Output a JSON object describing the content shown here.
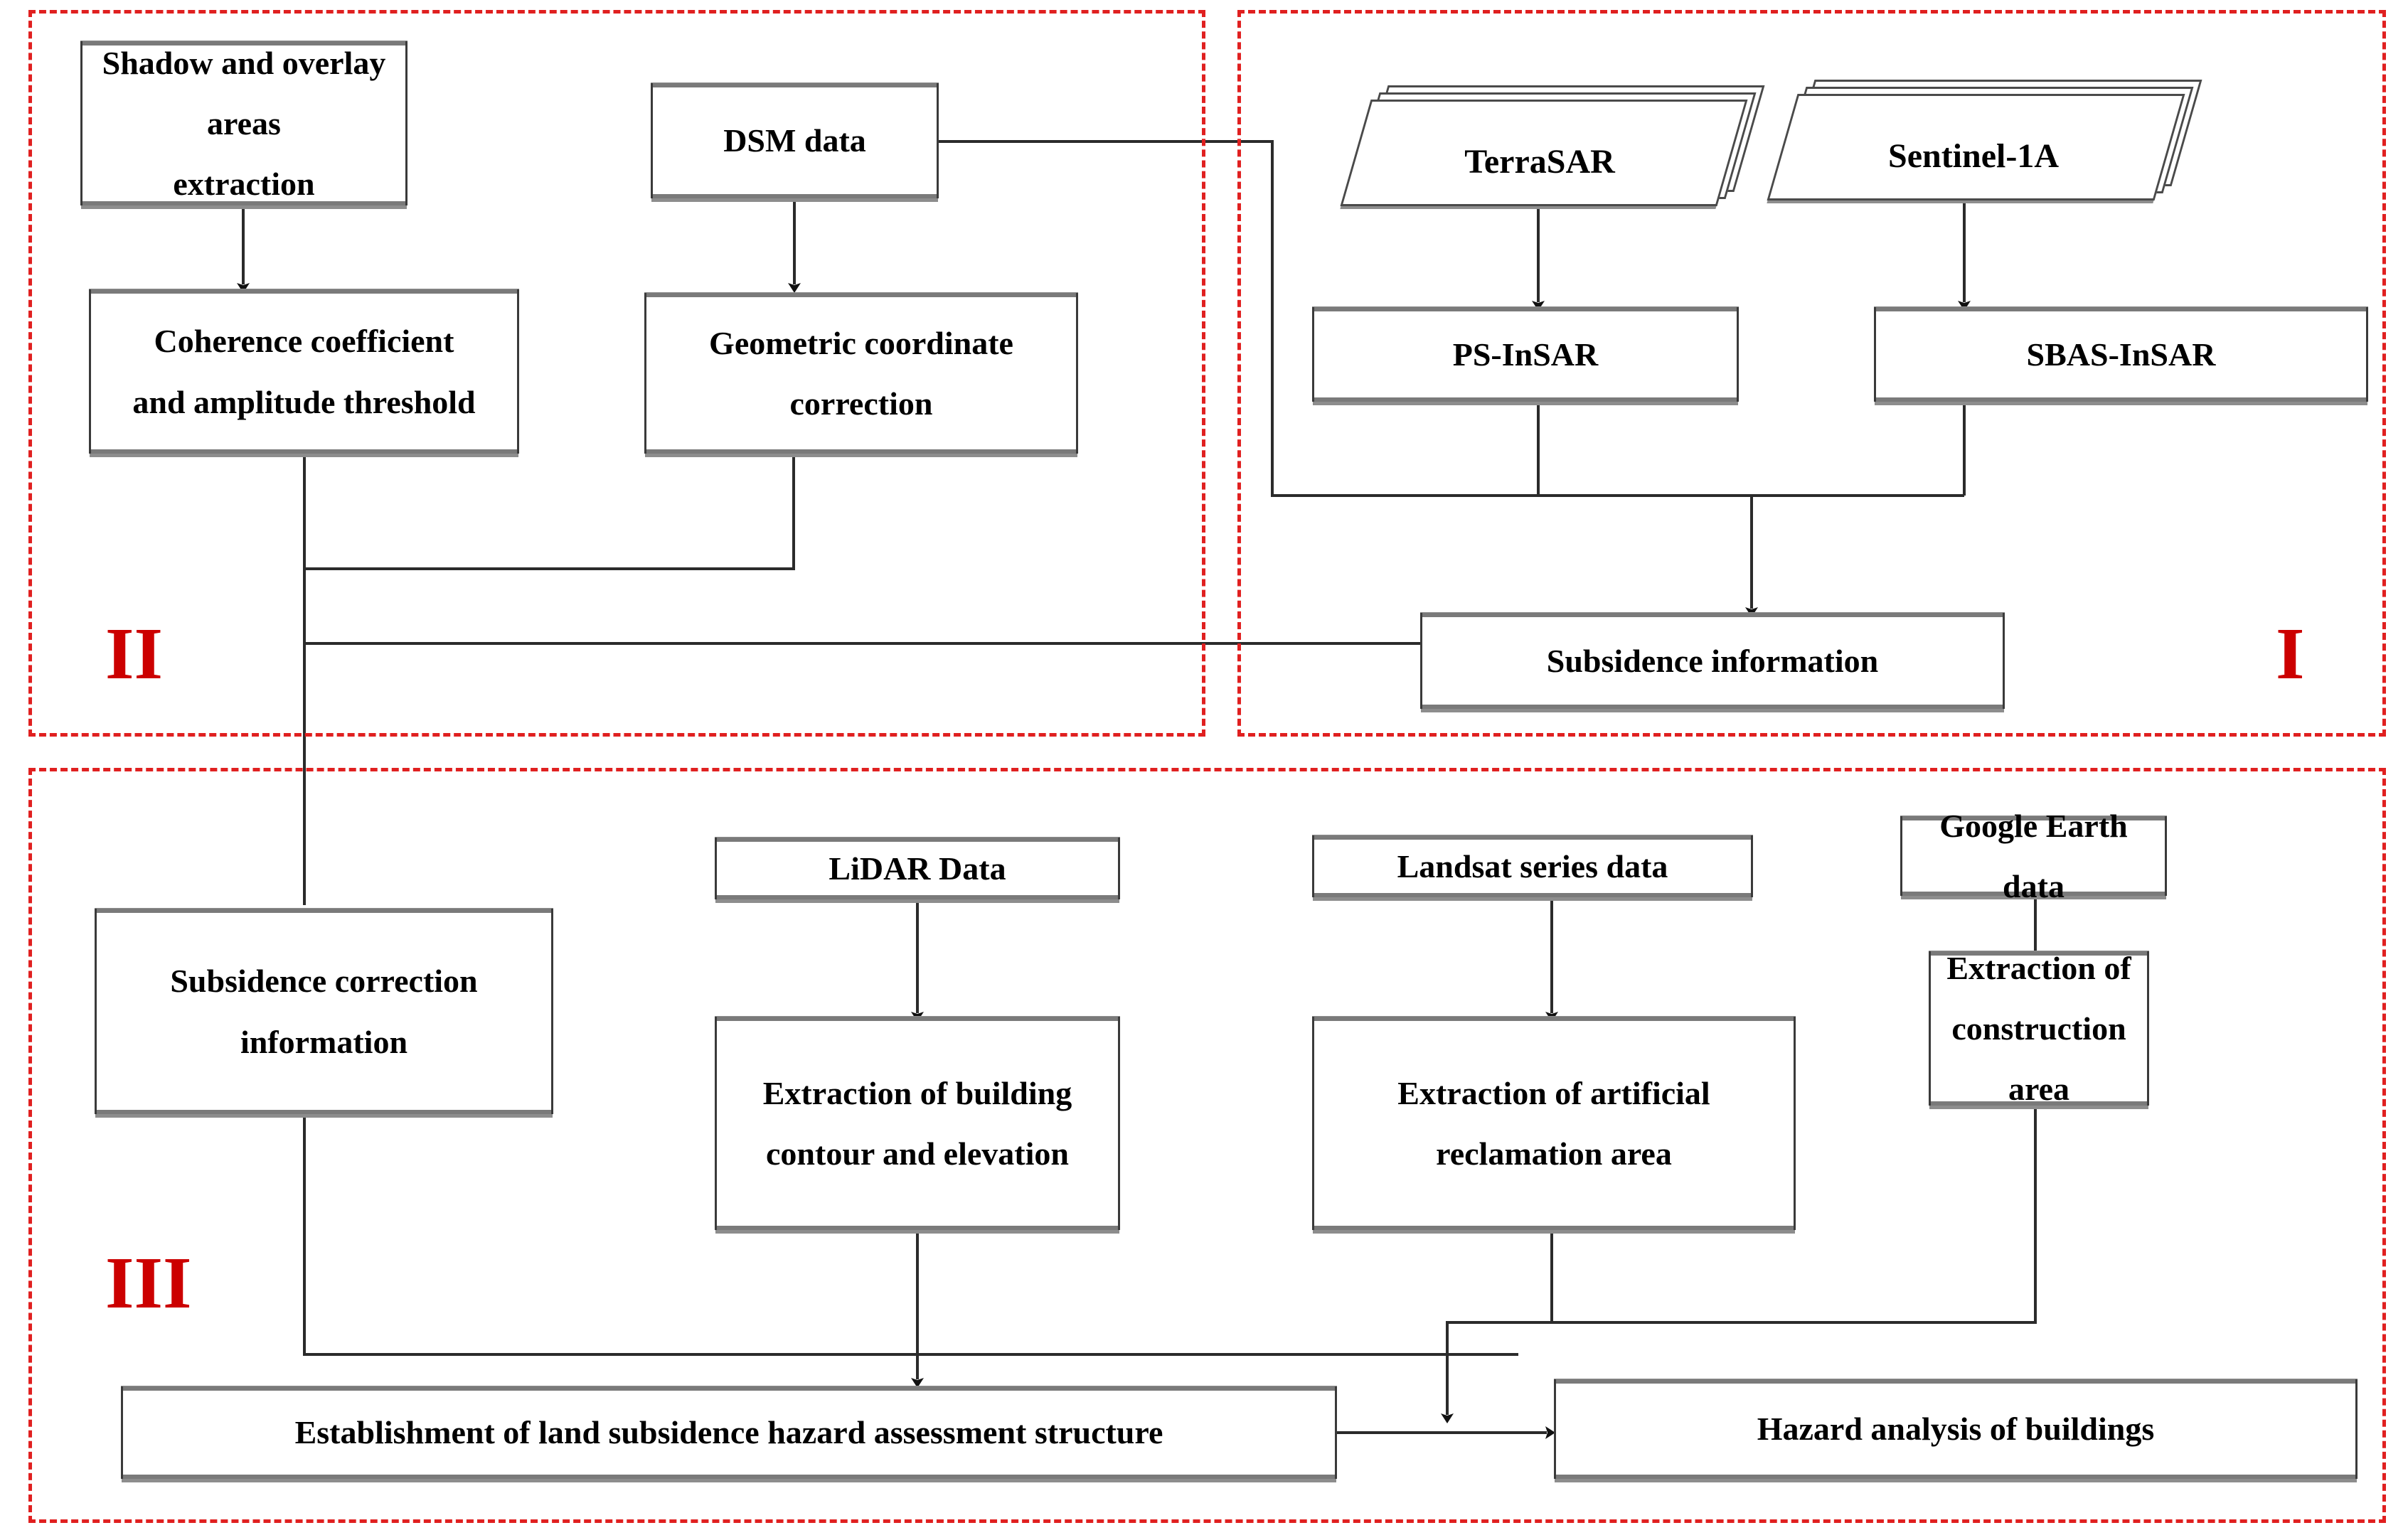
{
  "diagram": {
    "title": "Land subsidence hazard assessment workflow",
    "accent_red": "#cc0000",
    "border_red": "#e02020",
    "box_border": "#3a3a3a",
    "zones": [
      {
        "id": "I",
        "label": "I",
        "name": "zone-one-insar-processing"
      },
      {
        "id": "II",
        "label": "II",
        "name": "zone-two-geometric-correction"
      },
      {
        "id": "III",
        "label": "III",
        "name": "zone-three-hazard-assessment"
      }
    ],
    "nodes": {
      "shadow_overlay": {
        "label": "Shadow and overlay areas\nextraction",
        "shape": "rect"
      },
      "dsm_data": {
        "label": "DSM data",
        "shape": "rect"
      },
      "coherence": {
        "label": "Coherence coefficient\nand amplitude threshold",
        "shape": "rect"
      },
      "geometric": {
        "label": "Geometric coordinate\ncorrection",
        "shape": "rect"
      },
      "terrasar": {
        "label": "TerraSAR",
        "shape": "stacked-document"
      },
      "sentinel": {
        "label": "Sentinel-1A",
        "shape": "stacked-document"
      },
      "ps_insar": {
        "label": "PS-InSAR",
        "shape": "rect"
      },
      "sbas_insar": {
        "label": "SBAS-InSAR",
        "shape": "rect"
      },
      "subsidence_info": {
        "label": "Subsidence information",
        "shape": "rect"
      },
      "subsidence_corr": {
        "label": "Subsidence correction\ninformation",
        "shape": "rect"
      },
      "lidar": {
        "label": "LiDAR Data",
        "shape": "rect"
      },
      "landsat": {
        "label": "Landsat series data",
        "shape": "rect"
      },
      "google_earth": {
        "label": "Google Earth data",
        "shape": "rect"
      },
      "building_contour": {
        "label": "Extraction of building\ncontour and elevation",
        "shape": "rect"
      },
      "reclamation": {
        "label": "Extraction of artificial\nreclamation area",
        "shape": "rect"
      },
      "construction": {
        "label": "Extraction of\nconstruction area",
        "shape": "rect"
      },
      "establishment": {
        "label": "Establishment of  land subsidence hazard assessment structure",
        "shape": "rect"
      },
      "hazard_analysis": {
        "label": "Hazard analysis of buildings",
        "shape": "rect"
      }
    },
    "edges": [
      {
        "from": "shadow_overlay",
        "to": "coherence",
        "arrow": true
      },
      {
        "from": "dsm_data",
        "to": "geometric",
        "arrow": true
      },
      {
        "from": "dsm_data",
        "to": "subsidence_info",
        "arrow": false
      },
      {
        "from": "terrasar",
        "to": "ps_insar",
        "arrow": true
      },
      {
        "from": "sentinel",
        "to": "sbas_insar",
        "arrow": true
      },
      {
        "from": "ps_insar",
        "to": "subsidence_info",
        "arrow": true
      },
      {
        "from": "sbas_insar",
        "to": "subsidence_info",
        "arrow": true
      },
      {
        "from": "geometric",
        "to": "coherence",
        "arrow": false
      },
      {
        "from": "coherence",
        "to": "subsidence_info",
        "arrow": false
      },
      {
        "from": "coherence",
        "to": "subsidence_corr",
        "arrow": false
      },
      {
        "from": "subsidence_corr",
        "to": "establishment",
        "arrow": false
      },
      {
        "from": "lidar",
        "to": "building_contour",
        "arrow": true
      },
      {
        "from": "landsat",
        "to": "reclamation",
        "arrow": true
      },
      {
        "from": "google_earth",
        "to": "construction",
        "arrow": true
      },
      {
        "from": "building_contour",
        "to": "establishment",
        "arrow": true
      },
      {
        "from": "reclamation",
        "to": "hazard_analysis",
        "arrow": true
      },
      {
        "from": "construction",
        "to": "hazard_analysis",
        "arrow": false
      },
      {
        "from": "establishment",
        "to": "hazard_analysis",
        "arrow": true
      }
    ]
  }
}
